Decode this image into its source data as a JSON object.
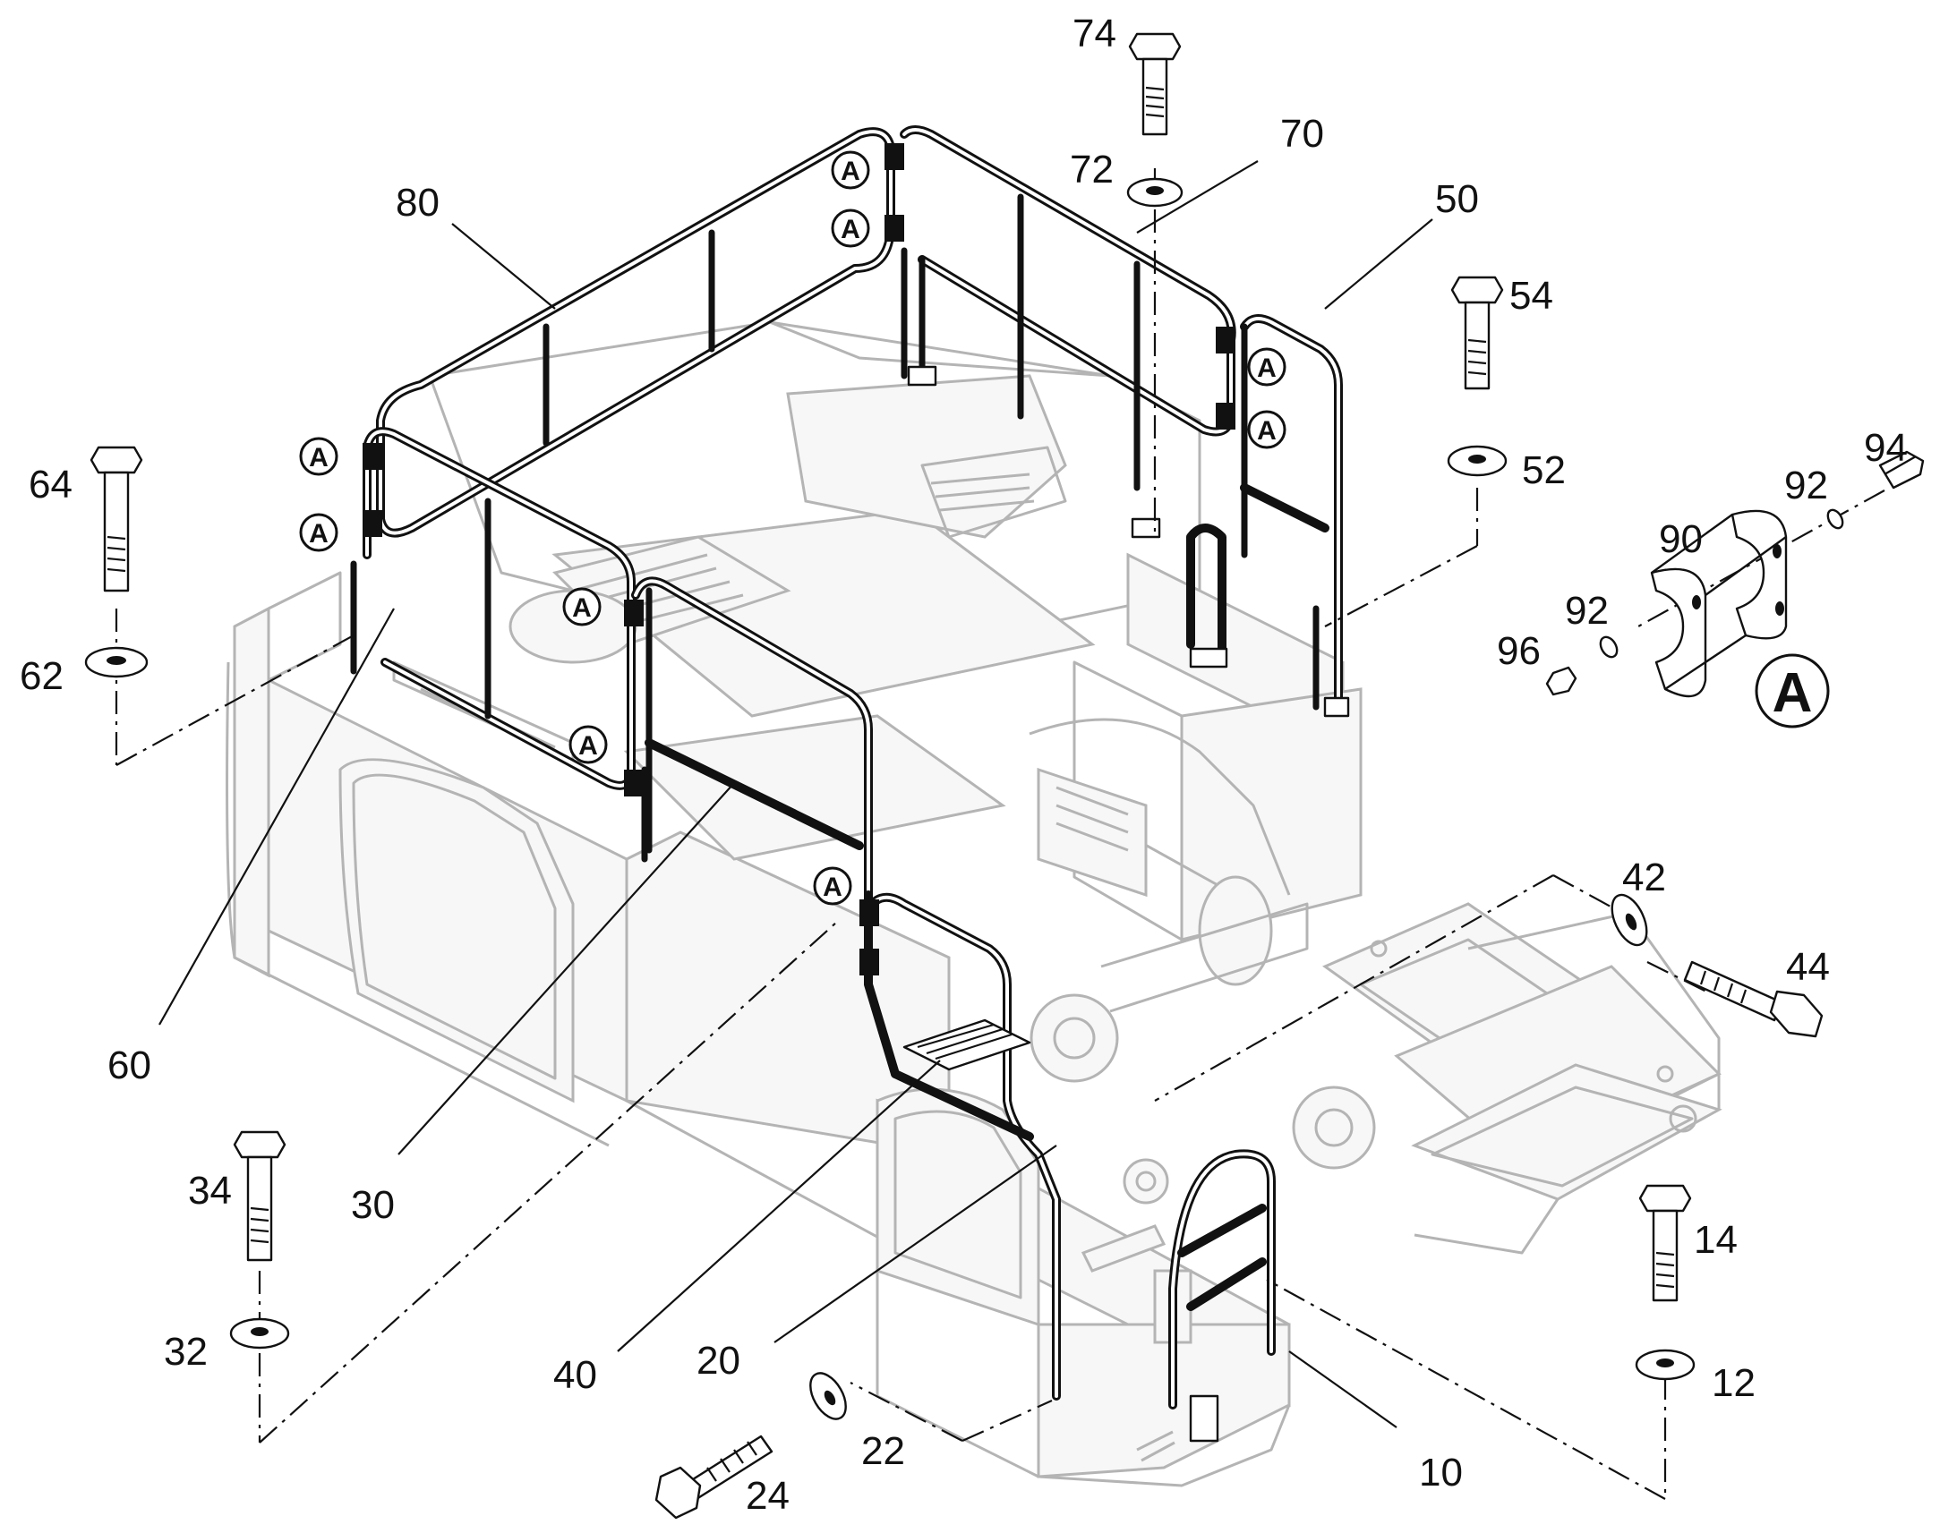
{
  "callouts": {
    "c10": "10",
    "c12": "12",
    "c14": "14",
    "c20": "20",
    "c22": "22",
    "c24": "24",
    "c30": "30",
    "c32": "32",
    "c34": "34",
    "c40": "40",
    "c42": "42",
    "c44": "44",
    "c50": "50",
    "c52": "52",
    "c54": "54",
    "c60": "60",
    "c62": "62",
    "c64": "64",
    "c70": "70",
    "c72": "72",
    "c74": "74",
    "c80": "80",
    "c90": "90",
    "c92a": "92",
    "c92b": "92",
    "c94": "94",
    "c96": "96"
  },
  "detail_marker": "A",
  "detail_view_label": "A"
}
